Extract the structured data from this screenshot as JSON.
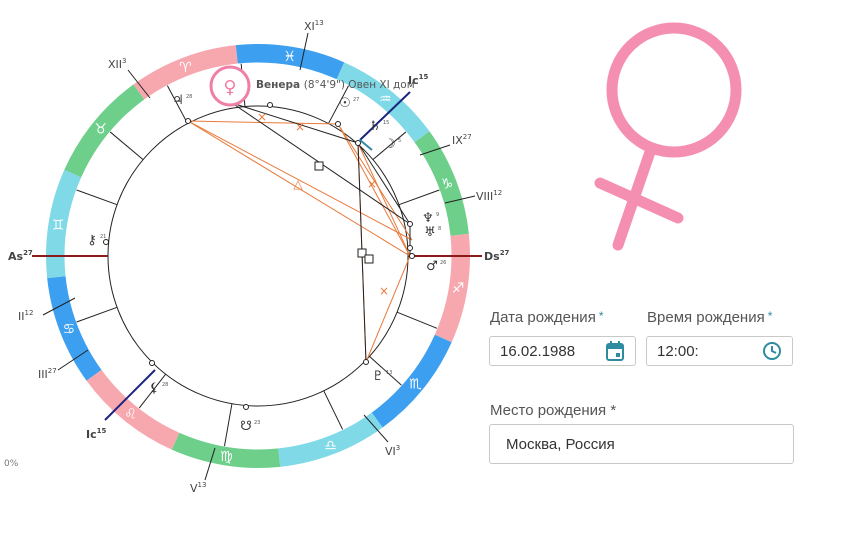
{
  "chart": {
    "house_labels": [
      {
        "id": "as",
        "text": "As",
        "sup": "27"
      },
      {
        "id": "ds",
        "text": "Ds",
        "sup": "27"
      },
      {
        "id": "ic",
        "text": "Ic",
        "sup": "15"
      },
      {
        "id": "mc",
        "text": "Ic",
        "sup": "15"
      },
      {
        "id": "xi",
        "text": "XI",
        "sup": "13"
      },
      {
        "id": "xii",
        "text": "XII",
        "sup": "3"
      },
      {
        "id": "ix",
        "text": "IX",
        "sup": "27"
      },
      {
        "id": "viii",
        "text": "VIII",
        "sup": "12"
      },
      {
        "id": "ii",
        "text": "II",
        "sup": "12"
      },
      {
        "id": "iii",
        "text": "III",
        "sup": "27"
      },
      {
        "id": "v",
        "text": "V",
        "sup": "13"
      },
      {
        "id": "vi",
        "text": "VI",
        "sup": "3"
      }
    ],
    "tooltip": {
      "planet": "Венера",
      "detail": "(8°4'9\") Овен XI дом"
    },
    "planet_glyphs": [
      {
        "id": "venus",
        "glyph": "♀"
      },
      {
        "id": "jupiter",
        "glyph": "♃",
        "deg": "28"
      },
      {
        "id": "sun",
        "glyph": "☉",
        "deg": "27"
      },
      {
        "id": "saturn",
        "glyph": "♄",
        "deg": "15"
      },
      {
        "id": "moon",
        "glyph": "☽",
        "deg": "5"
      },
      {
        "id": "neptune",
        "glyph": "♆",
        "deg": "9"
      },
      {
        "id": "uranus",
        "glyph": "♅",
        "deg": "8"
      },
      {
        "id": "mars",
        "glyph": "♂",
        "deg": "26"
      },
      {
        "id": "pluto",
        "glyph": "♇",
        "deg": "13"
      },
      {
        "id": "lilith",
        "glyph": "⚸",
        "deg": "28"
      },
      {
        "id": "node",
        "glyph": "☋",
        "deg": "23"
      },
      {
        "id": "chiron",
        "glyph": "⚷",
        "deg": "21"
      }
    ],
    "signs": [
      {
        "id": "aries",
        "glyph": "♈",
        "color": "#f7a8ae"
      },
      {
        "id": "pisces",
        "glyph": "♓",
        "color": "#3d9ff0"
      },
      {
        "id": "aquarius",
        "glyph": "♒",
        "color": "#7fd9e6"
      },
      {
        "id": "capricorn",
        "glyph": "♑",
        "color": "#6ecf8b"
      },
      {
        "id": "sagittarius",
        "glyph": "♐",
        "color": "#f7a8ae"
      },
      {
        "id": "scorpio",
        "glyph": "♏",
        "color": "#3d9ff0"
      },
      {
        "id": "libra",
        "glyph": "♎",
        "color": "#7fd9e6"
      },
      {
        "id": "virgo",
        "glyph": "♍",
        "color": "#6ecf8b"
      },
      {
        "id": "leo",
        "glyph": "♌",
        "color": "#f7a8ae"
      },
      {
        "id": "cancer",
        "glyph": "♋",
        "color": "#3d9ff0"
      },
      {
        "id": "gemini",
        "glyph": "♊",
        "color": "#7fd9e6"
      },
      {
        "id": "taurus",
        "glyph": "♉",
        "color": "#6ecf8b"
      }
    ],
    "aspect_color": "#e87a3c",
    "axis_color": "#8b1a1a",
    "mc_axis_color": "#1a237e",
    "venus_color": "#f07fa8"
  },
  "progress": "0%",
  "form": {
    "birth_date": {
      "label": "Дата рождения",
      "required": "*",
      "value": "16.02.1988",
      "icon": "calendar-icon"
    },
    "birth_time": {
      "label": "Время рождения",
      "required": "*",
      "value": "12:00:",
      "icon": "clock-icon"
    },
    "birth_place": {
      "label": "Место рождения *",
      "value": "Москва, Россия"
    }
  },
  "accent_color": "#2e8ba0",
  "big_symbol": {
    "name": "venus-symbol",
    "color": "#f48fb1"
  }
}
